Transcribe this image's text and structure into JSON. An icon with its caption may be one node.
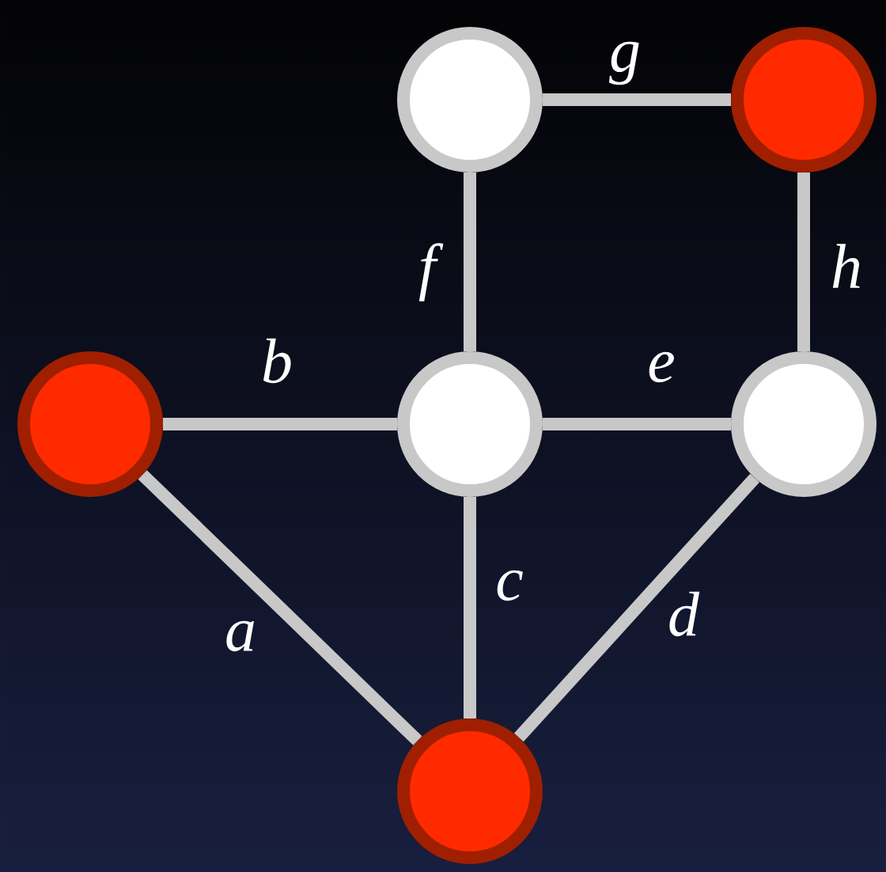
{
  "diagram": {
    "nodes": [
      {
        "text": [],
        "shape": "circle"
      },
      {
        "text": [],
        "shape": "circle"
      },
      {
        "text": [],
        "shape": "circle"
      },
      {
        "text": [],
        "shape": "circle"
      },
      {
        "text": [],
        "shape": "circle"
      },
      {
        "text": [],
        "shape": "circle"
      }
    ],
    "edges": [
      {
        "from": 2,
        "to": 5,
        "arrow": "none",
        "label": "a"
      },
      {
        "from": 2,
        "to": 3,
        "arrow": "none",
        "label": "b"
      },
      {
        "from": 3,
        "to": 5,
        "arrow": "none",
        "label": "c"
      },
      {
        "from": 4,
        "to": 5,
        "arrow": "none",
        "label": "d"
      },
      {
        "from": 3,
        "to": 4,
        "arrow": "none",
        "label": "e"
      },
      {
        "from": 0,
        "to": 3,
        "arrow": "none",
        "label": "f"
      },
      {
        "from": 0,
        "to": 1,
        "arrow": "none",
        "label": "g"
      },
      {
        "from": 1,
        "to": 4,
        "arrow": "none",
        "label": "h"
      }
    ]
  }
}
